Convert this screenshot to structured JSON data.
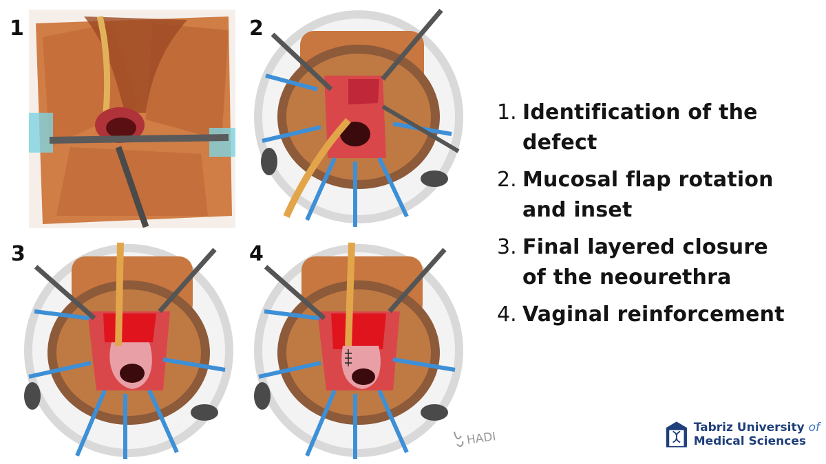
{
  "panels": [
    {
      "number": "1",
      "depiction": "defect-identification"
    },
    {
      "number": "2",
      "depiction": "mucosal-flap-rotation"
    },
    {
      "number": "3",
      "depiction": "layered-closure"
    },
    {
      "number": "4",
      "depiction": "vaginal-reinforcement"
    }
  ],
  "steps": [
    {
      "number": "1.",
      "text_line1": "Identification of the",
      "text_line2": "defect"
    },
    {
      "number": "2.",
      "text_line1": "Mucosal flap rotation",
      "text_line2": "and inset"
    },
    {
      "number": "3.",
      "text_line1": "Final layered closure",
      "text_line2": "of the neourethra"
    },
    {
      "number": "4.",
      "text_line1": "Vaginal reinforcement",
      "text_line2": ""
    }
  ],
  "logo": {
    "line1_main": "Tabriz University",
    "line1_of": "of",
    "line2": "Medical Sciences",
    "emblem_icon": "dna-gate-emblem-icon"
  },
  "signature": {
    "text": "HADI"
  },
  "colors": {
    "skin": "#c9733f",
    "skin_dark": "#a9552a",
    "mucosa": "#d9474a",
    "catheter": "#e2a54a",
    "retractor_blue": "#3d8fd6",
    "ring_gray": "#d9d9d9",
    "logo_blue": "#1f3f7a"
  }
}
